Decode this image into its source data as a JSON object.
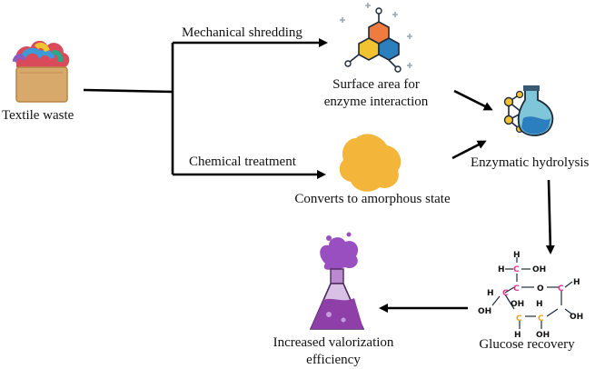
{
  "diagram": {
    "source": {
      "label": "Textile waste",
      "icon": "textile-basket-icon"
    },
    "steps": {
      "mechanical": {
        "label": "Mechanical shredding",
        "result_line1": "Surface area for",
        "result_line2": "enzyme interaction",
        "icon": "molecule-structure-icon"
      },
      "chemical": {
        "label": "Chemical treatment",
        "result": "Converts to amorphous state",
        "icon": "amorphous-blob-icon"
      }
    },
    "hydrolysis": {
      "label": "Enzymatic hydrolysis",
      "icon": "enzyme-flask-icon"
    },
    "glucose": {
      "label": "Glucose recovery",
      "icon": "glucose-molecule-icon"
    },
    "outcome": {
      "line1": "Increased valorization",
      "line2": "efficiency",
      "icon": "erlenmeyer-flask-icon"
    }
  },
  "glucose_atoms": {
    "h": "H",
    "c": "C",
    "oh": "OH",
    "o": "O"
  },
  "colors": {
    "arrow": "#000000",
    "blob": "#f4b63a",
    "flask_purple": "#8e3fa8",
    "molecule_orange": "#f07b3f",
    "molecule_blue": "#2b7fbf",
    "glucose_pink": "#e0338f",
    "glucose_orange": "#f0a020"
  }
}
